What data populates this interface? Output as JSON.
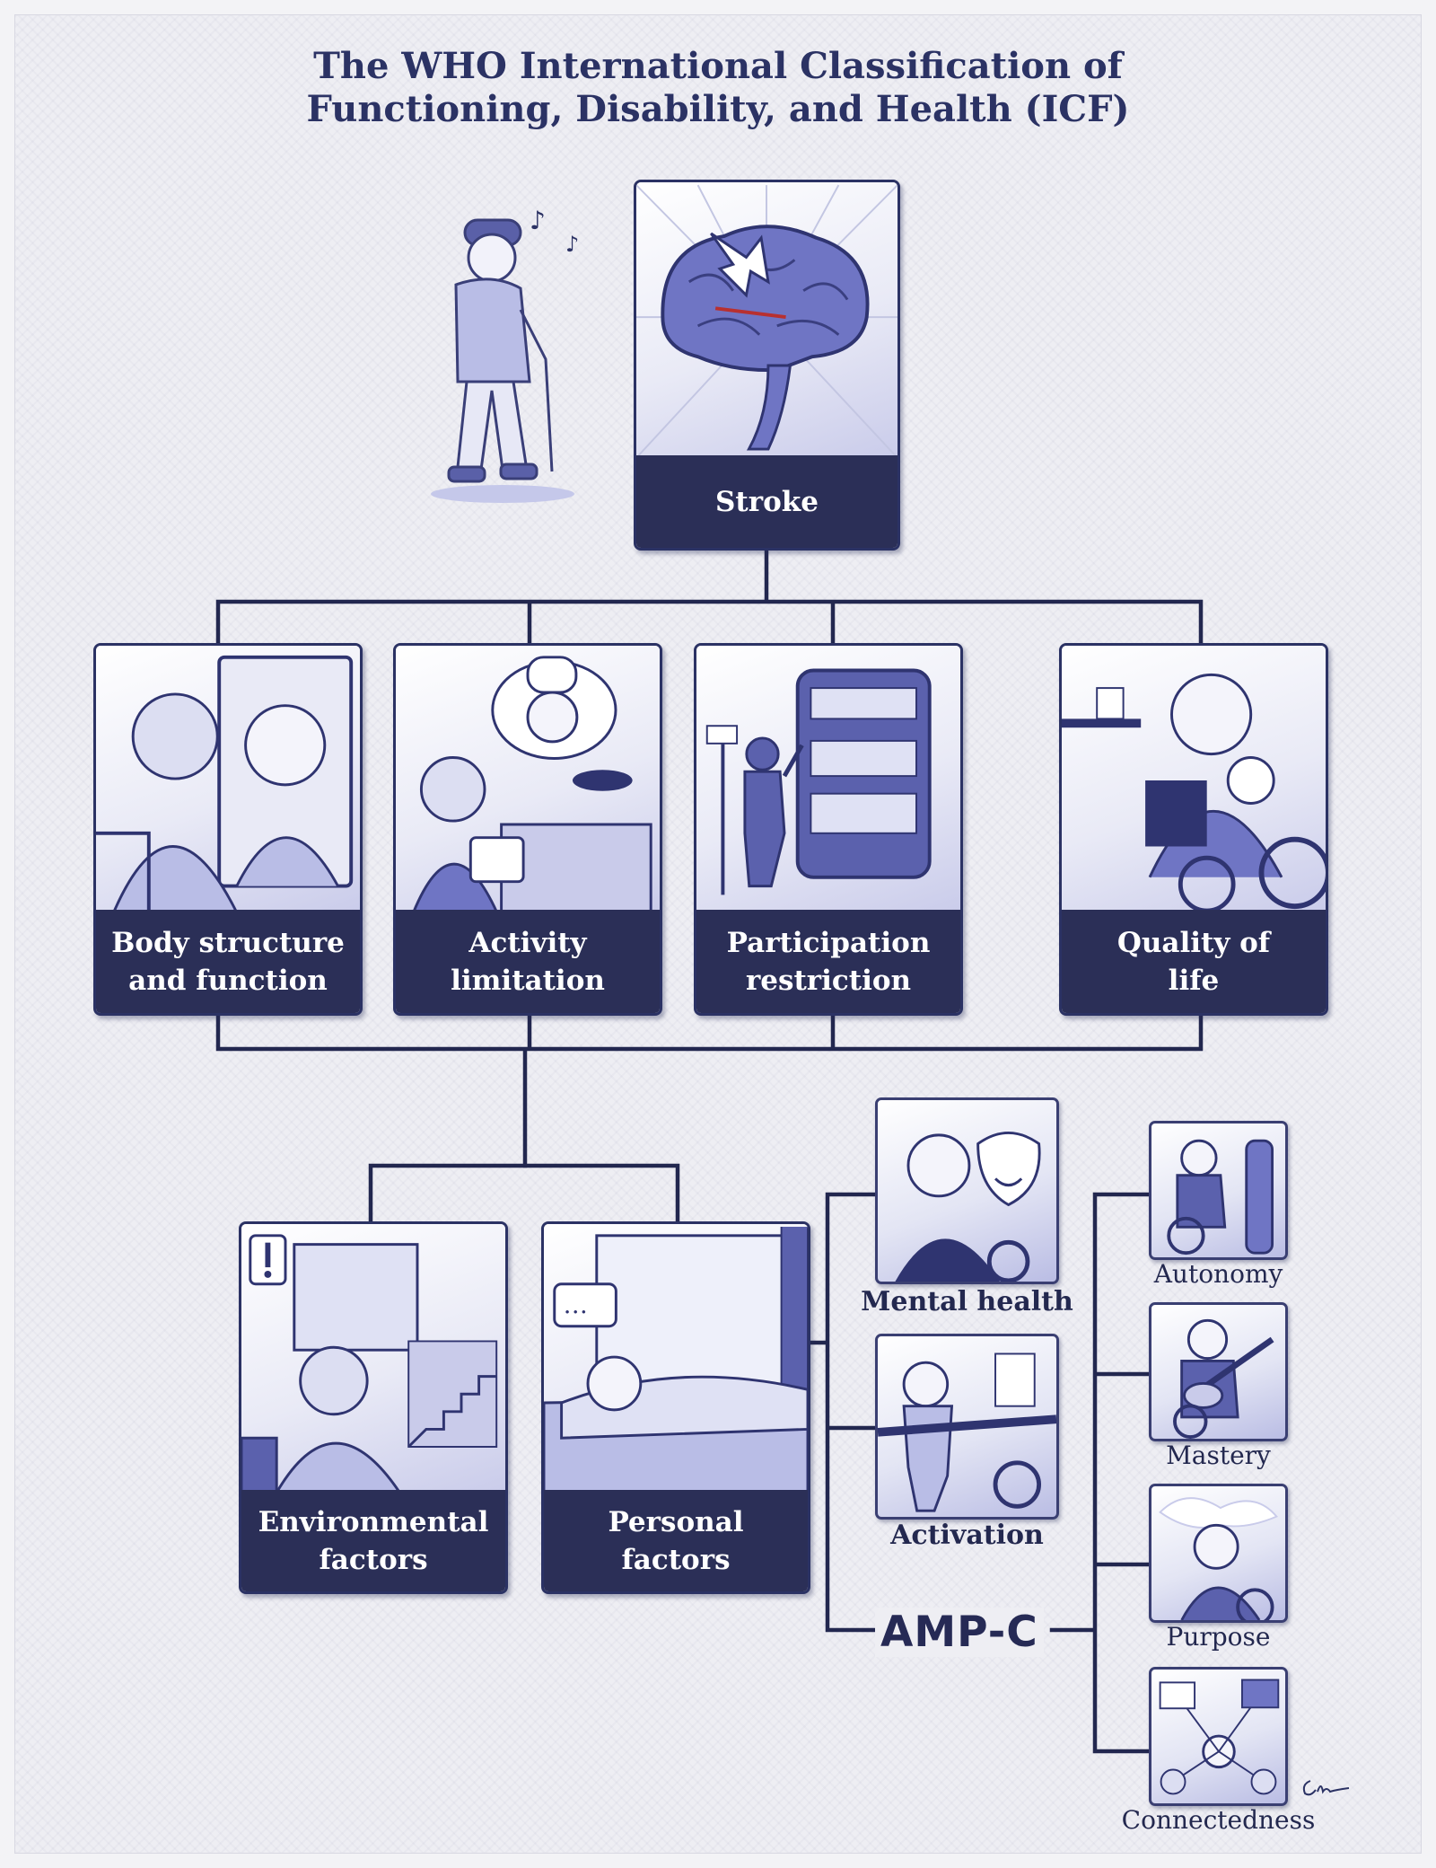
{
  "title": "The WHO International Classification of\nFunctioning, Disability, and Health (ICF)",
  "root": {
    "label": "Stroke",
    "icon": "brain-icon"
  },
  "domains": [
    {
      "label": "Body structure\nand function",
      "icon": "mirror-face-icon"
    },
    {
      "label": "Activity\nlimitation",
      "icon": "cooking-icon"
    },
    {
      "label": "Participation\nrestriction",
      "icon": "bus-icon"
    },
    {
      "label": "Quality of\nlife",
      "icon": "reading-grandchild-icon"
    }
  ],
  "factors": [
    {
      "label": "Environmental\nfactors",
      "icon": "cafe-stairs-icon"
    },
    {
      "label": "Personal\nfactors",
      "icon": "bed-icon"
    }
  ],
  "personal_outcomes": [
    {
      "label": "Mental health",
      "icon": "theatre-masks-icon"
    },
    {
      "label": "Activation",
      "icon": "parallel-bars-icon"
    }
  ],
  "ampc": {
    "label": "AMP-C",
    "items": [
      {
        "label": "Autonomy",
        "icon": "standing-assist-icon"
      },
      {
        "label": "Mastery",
        "icon": "guitar-icon"
      },
      {
        "label": "Purpose",
        "icon": "reflection-icon"
      },
      {
        "label": "Connectedness",
        "icon": "network-icon"
      }
    ]
  },
  "colors": {
    "navy": "#2b2f57",
    "ink": "#23284f",
    "line": "#22274f",
    "tint": "#c9cbea"
  }
}
